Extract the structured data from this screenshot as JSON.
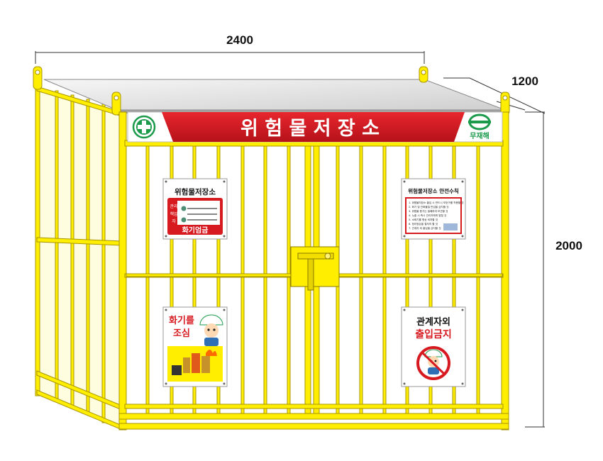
{
  "dimensions": {
    "width": "2400",
    "depth": "1200",
    "height": "2000"
  },
  "header_sign": {
    "title": "위 험 물 저 장 소",
    "right_logo_text": "무재해",
    "left_emblem": "safety-cross-icon",
    "colors": {
      "band": "#d71920",
      "text": "#ffffff",
      "green": "#1a9a4a"
    }
  },
  "sign_manager": {
    "title": "위험물저장소",
    "rows": [
      "관리",
      "책임",
      "자"
    ],
    "footer": "화기엄금"
  },
  "sign_rules": {
    "title": "위험물저장소 안전수칙",
    "items": [
      "1. 위험물저장소 출입 시 반드시 보호구를 착용할 것",
      "2. 화기 및 인화물질 반입을 금지할 것",
      "3. 위험물 용기는 밀폐하여 보관할 것",
      "4. 누출 시 즉시 관리자에게 알릴 것",
      "5. 소화기를 항상 비치할 것",
      "6. 정리정돈을 철저히 할 것",
      "7. 관계자 외 출입을 금지할 것"
    ]
  },
  "sign_fire": {
    "line1": "화기를",
    "line2": "조심"
  },
  "sign_entry": {
    "line1": "관계자외",
    "line2": "출입금지"
  },
  "colors": {
    "frame": "#ffee00",
    "frame_edge": "#b8a800",
    "roof": "#e8e8e8",
    "red": "#d71920"
  }
}
